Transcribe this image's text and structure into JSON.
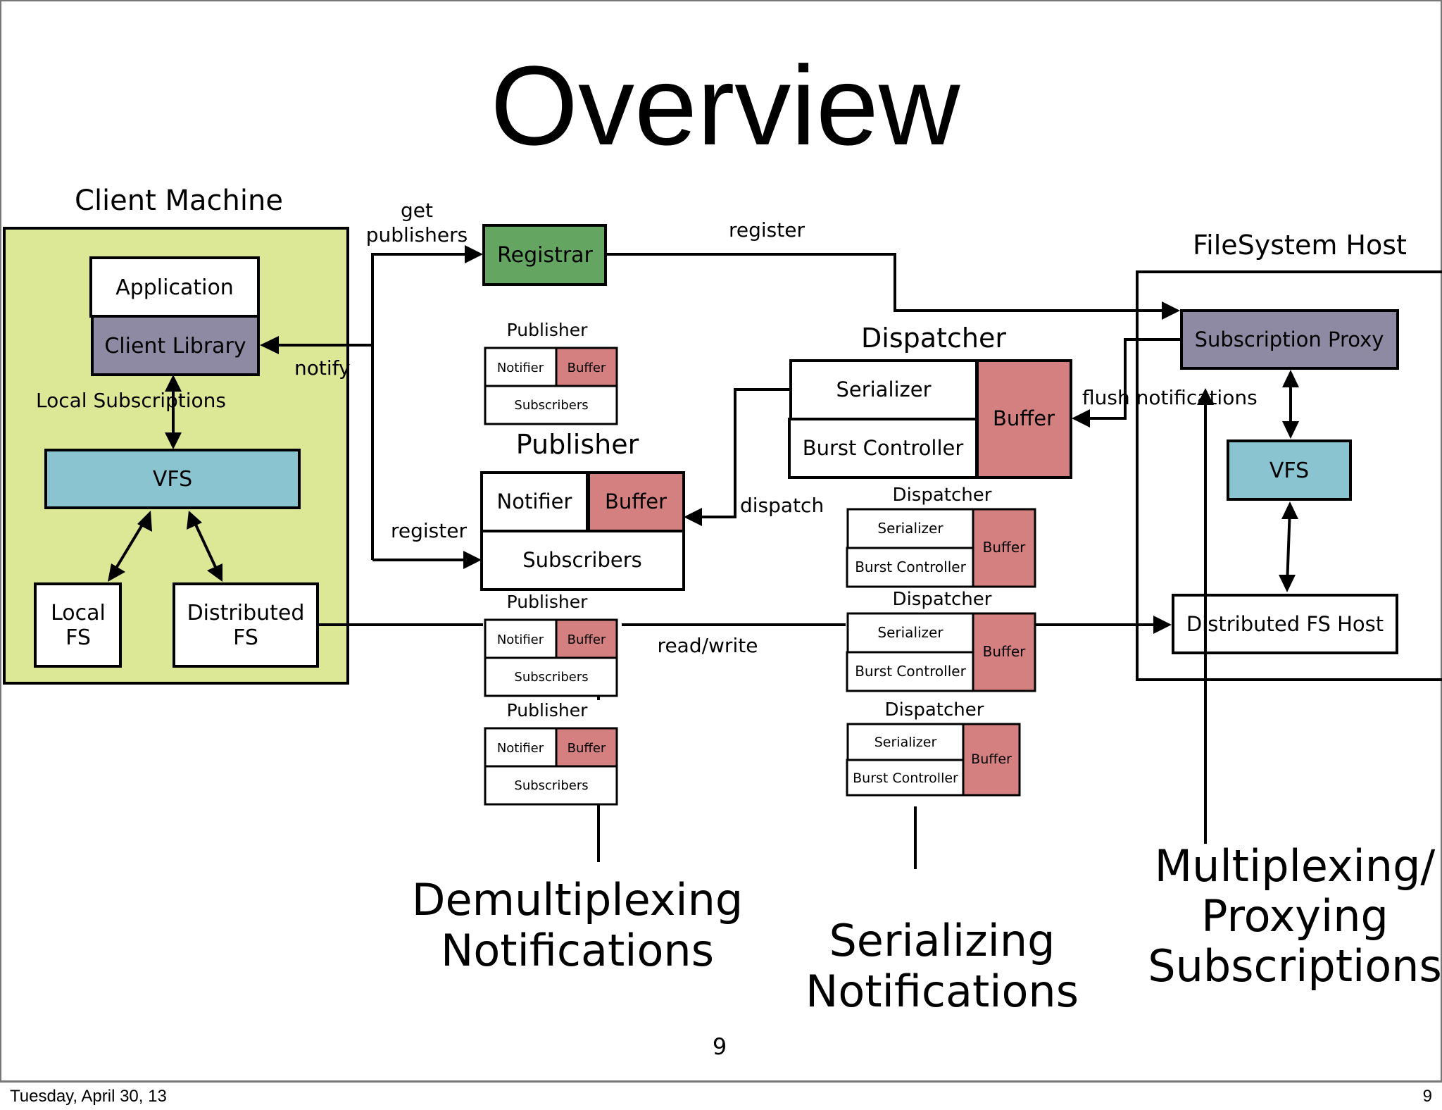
{
  "slide": {
    "title": "Overview",
    "page_number": "9",
    "footer_date": "Tuesday, April 30, 13",
    "footer_page": "9"
  },
  "client_machine": {
    "label": "Client Machine",
    "application": "Application",
    "client_library": "Client Library",
    "local_subscriptions": "Local Subscriptions",
    "vfs": "VFS",
    "local_fs": [
      "Local",
      "FS"
    ],
    "distributed_fs": [
      "Distributed",
      "FS"
    ]
  },
  "middle": {
    "get_publishers": [
      "get",
      "publishers"
    ],
    "registrar": "Registrar",
    "register_top": "register",
    "notify": "notify",
    "register_left": "register",
    "dispatch": "dispatch",
    "read_write": "read/write",
    "flush_notifications": "flush notifications"
  },
  "publisher_small": {
    "label": "Publisher",
    "notifier": "Notifier",
    "buffer": "Buffer",
    "subscribers": "Subscribers"
  },
  "publisher_main": {
    "label": "Publisher",
    "notifier": "Notifier",
    "buffer": "Buffer",
    "subscribers": "Subscribers"
  },
  "dispatcher_main": {
    "label": "Dispatcher",
    "serializer": "Serializer",
    "burst_controller": "Burst Controller",
    "buffer": "Buffer"
  },
  "dispatcher_small": {
    "label": "Dispatcher",
    "serializer": "Serializer",
    "burst_controller": "Burst Controller",
    "buffer": "Buffer"
  },
  "filesystem_host": {
    "label": "FileSystem Host",
    "subscription_proxy": "Subscription Proxy",
    "vfs": "VFS",
    "distributed_fs_host": "Distributed FS Host"
  },
  "captions": {
    "demultiplexing": [
      "Demultiplexing",
      "Notifications"
    ],
    "serializing": [
      "Serializing",
      "Notifications"
    ],
    "multiplexing": [
      "Multiplexing/",
      "Proxying",
      "Subscriptions"
    ]
  },
  "colors": {
    "client_bg": "#dde896",
    "registrar": "#64a562",
    "library_proxy": "#8e8aa4",
    "vfs": "#8ac4d0",
    "buffer": "#d58080"
  }
}
